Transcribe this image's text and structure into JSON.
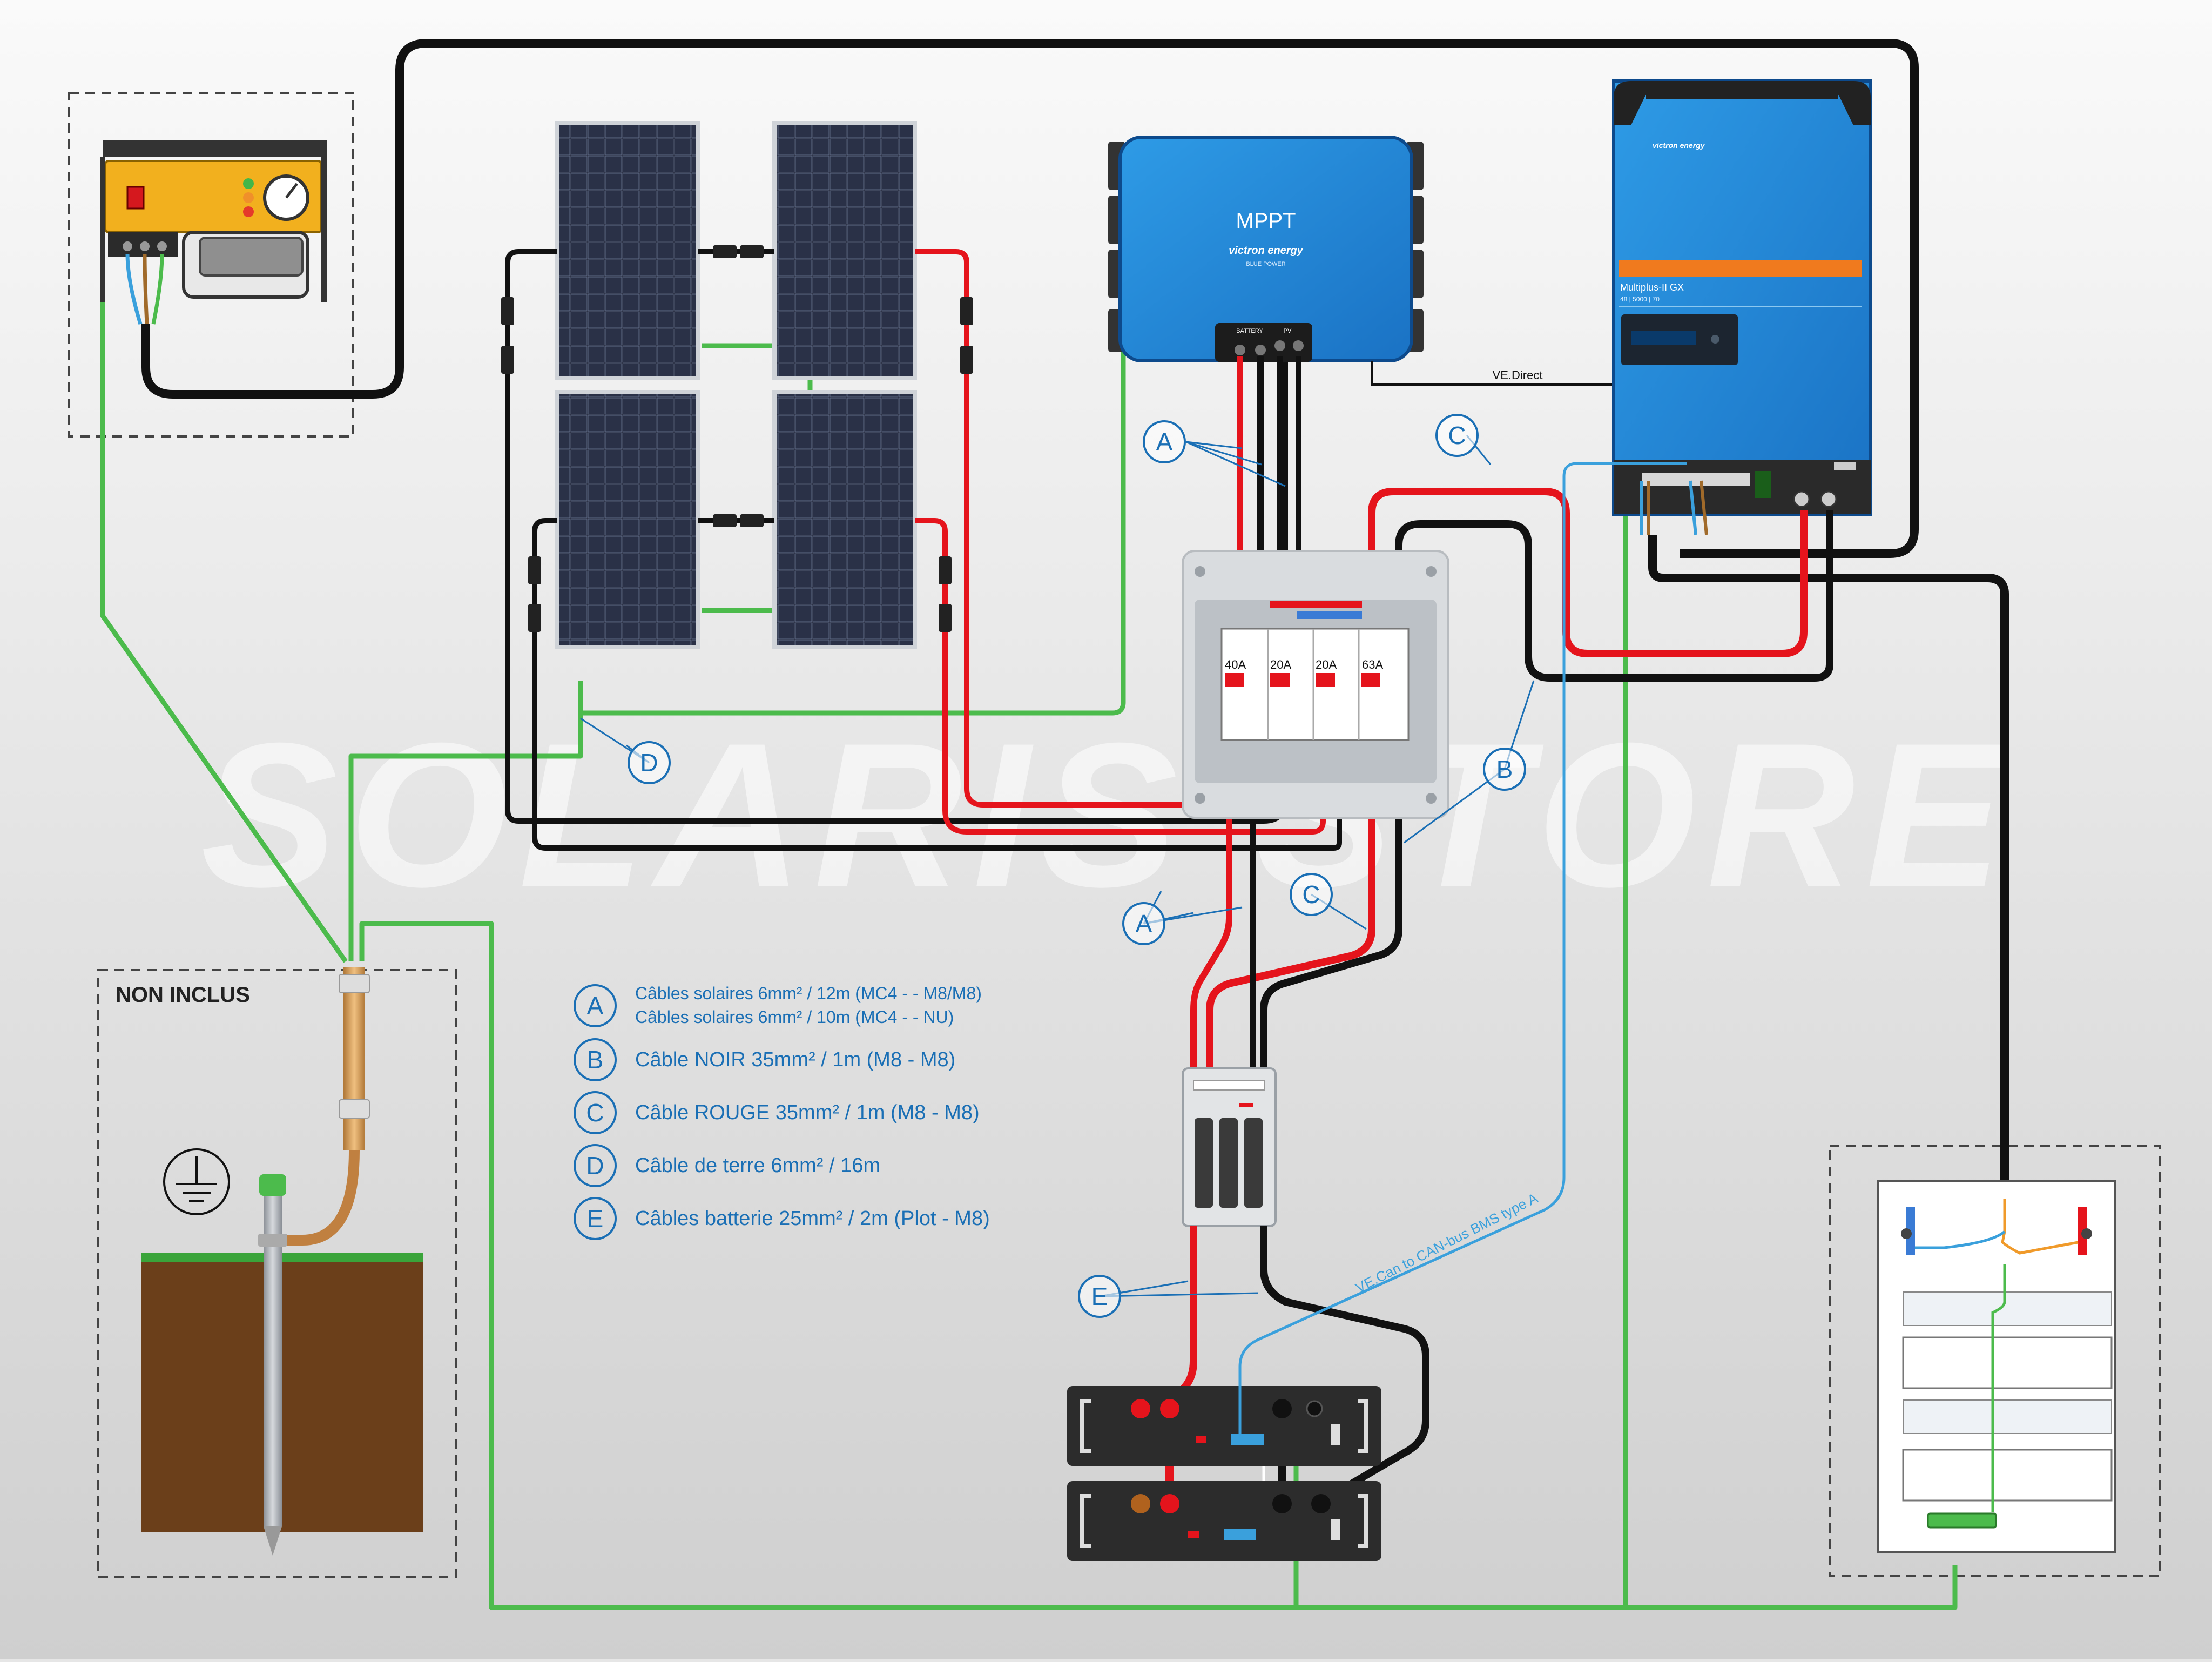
{
  "watermark": "SOLARIS STORE",
  "non_inclus": "NON INCLUS",
  "mppt": {
    "title": "MPPT",
    "brand": "victron energy",
    "brand_sub": "BLUE POWER",
    "battery_label": "BATTERY",
    "pv_label": "PV"
  },
  "inverter": {
    "brand": "victron energy",
    "model": "Multiplus-II GX",
    "spec": "48 | 5000 | 70"
  },
  "ve_direct": "VE.Direct",
  "ve_can": "VE.Can to CAN-bus BMS type A",
  "breakers": [
    "40A",
    "20A",
    "20A",
    "63A"
  ],
  "callouts": [
    "A",
    "B",
    "C",
    "D",
    "E"
  ],
  "legend": [
    {
      "letter": "A",
      "lines": [
        "Câbles solaires 6mm² / 12m (MC4 - - M8/M8)",
        "Câbles solaires 6mm² / 10m (MC4 - - NU)"
      ]
    },
    {
      "letter": "B",
      "lines": [
        "Câble NOIR 35mm² / 1m (M8 - M8)"
      ]
    },
    {
      "letter": "C",
      "lines": [
        "Câble ROUGE 35mm² / 1m (M8 - M8)"
      ]
    },
    {
      "letter": "D",
      "lines": [
        "Câble de terre 6mm² / 16m"
      ]
    },
    {
      "letter": "E",
      "lines": [
        "Câbles batterie 25mm² / 2m (Plot - M8)"
      ]
    }
  ],
  "colors": {
    "background": "#e6e6e6",
    "cable_red": "#e5141c",
    "cable_black": "#111111",
    "cable_green": "#4cbb4c",
    "cable_blue": "#3aa0dc",
    "callout_blue": "#1a6fb5",
    "victron_blue": "#1f7fd0",
    "generator_yellow": "#f2b01e"
  }
}
